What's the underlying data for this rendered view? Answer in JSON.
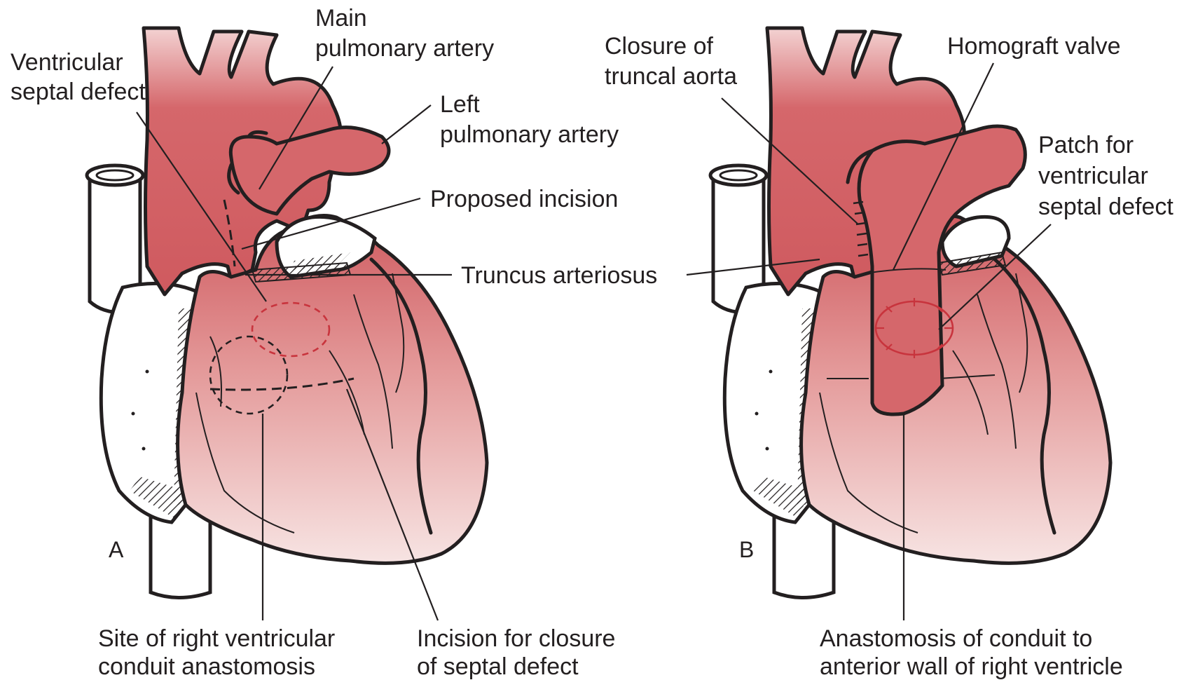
{
  "colors": {
    "tissue_light": "#f7e4e3",
    "tissue_mid": "#e49a9a",
    "tissue_dark": "#cf5a5f",
    "ink": "#231f20",
    "suture_red": "#c8343d"
  },
  "panel_a": {
    "panel_label": "A",
    "labels": {
      "vsd_line1": "Ventricular",
      "vsd_line2": "septal defect",
      "mpa_line1": "Main",
      "mpa_line2": "pulmonary artery",
      "lpa_line1": "Left",
      "lpa_line2": "pulmonary artery",
      "proposed_incision": "Proposed incision",
      "truncus": "Truncus arteriosus",
      "site_line1": "Site of right ventricular",
      "site_line2": "conduit anastomosis",
      "incision_line1": "Incision for closure",
      "incision_line2": "of septal defect"
    }
  },
  "panel_b": {
    "panel_label": "B",
    "labels": {
      "closure_line1": "Closure of",
      "closure_line2": "truncal aorta",
      "homograft": "Homograft valve",
      "patch_line1": "Patch for",
      "patch_line2": "ventricular",
      "patch_line3": "septal defect",
      "anast_line1": "Anastomosis of conduit to",
      "anast_line2": "anterior wall of right ventricle"
    }
  }
}
